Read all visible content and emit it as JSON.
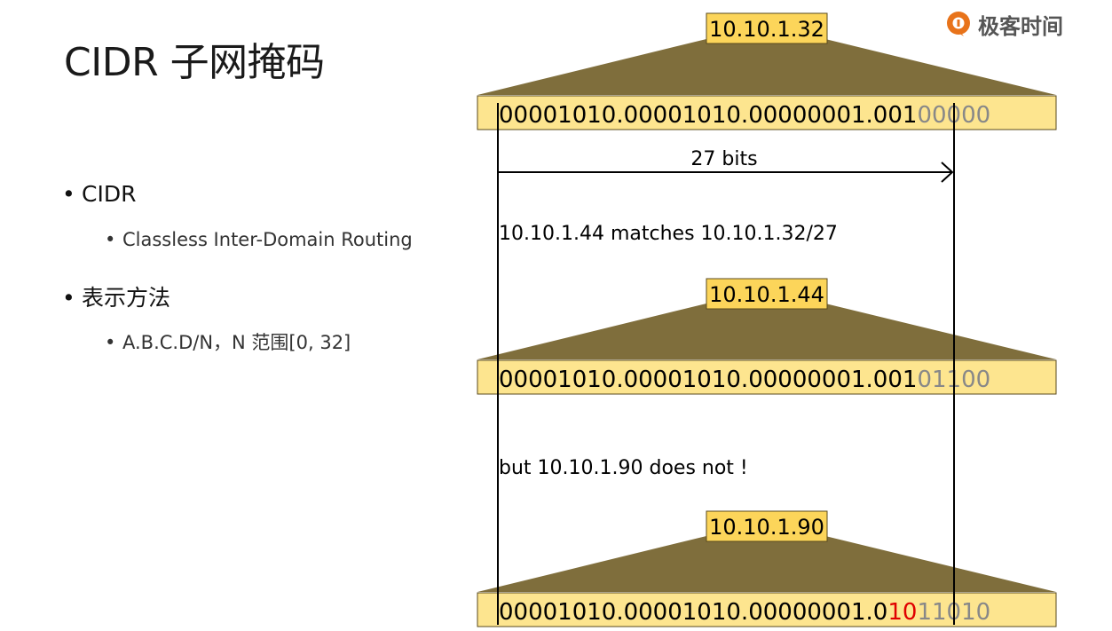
{
  "title": "CIDR 子网掩码",
  "logo": {
    "text": "极客时间",
    "icon": "geekbang-logo-icon",
    "icon_color": "#e8731a"
  },
  "bullets": [
    {
      "text": "CIDR",
      "sub": "Classless Inter-Domain Routing"
    },
    {
      "text": "表示方法",
      "sub": "A.B.C.D/N，N 范围[0, 32]"
    }
  ],
  "diagram": {
    "colors": {
      "wedge": "#7f6e3c",
      "box": "#fde58f",
      "label_box": "#fcd55a",
      "grey": "#888888",
      "red": "#e00000",
      "black": "#000000"
    },
    "addresses": [
      {
        "label": "10.10.1.32",
        "bits_black": "00001010.00001010.00000001.001",
        "bits_red": "",
        "bits_grey": "00000"
      },
      {
        "label": "10.10.1.44",
        "bits_black": "00001010.00001010.00000001.001",
        "bits_red": "",
        "bits_grey": "01100"
      },
      {
        "label": "10.10.1.90",
        "bits_black": "00001010.00001010.00000001.0",
        "bits_red": "10",
        "bits_grey": "11010"
      }
    ],
    "prefix_label": "27 bits",
    "match_text": "10.10.1.44 matches 10.10.1.32/27",
    "nomatch_text": "but 10.10.1.90 does not !"
  }
}
